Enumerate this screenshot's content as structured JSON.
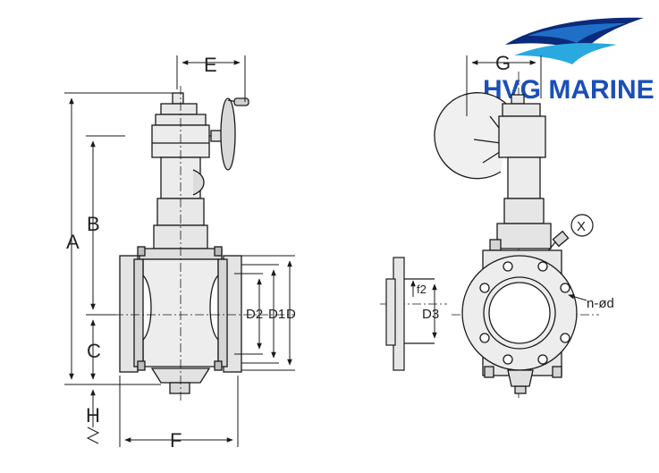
{
  "logo": {
    "text": "HVG MARINE",
    "color_text": "#1a4fb8",
    "color_wave_dark": "#0a2a7a",
    "color_wave_light": "#2aa9e0"
  },
  "dimensions": {
    "A": "A",
    "B": "B",
    "C": "C",
    "H": "H",
    "E": "E",
    "F": "F",
    "G": "G",
    "D": "D",
    "D1": "D1",
    "D2": "D2",
    "D3": "D3",
    "f2": "f2",
    "holes": "n-ød",
    "x_mark": "X"
  },
  "colors": {
    "line": "#1a1a1a",
    "fill": "#e8e8e8",
    "fill_dark": "#bdbdbd"
  }
}
